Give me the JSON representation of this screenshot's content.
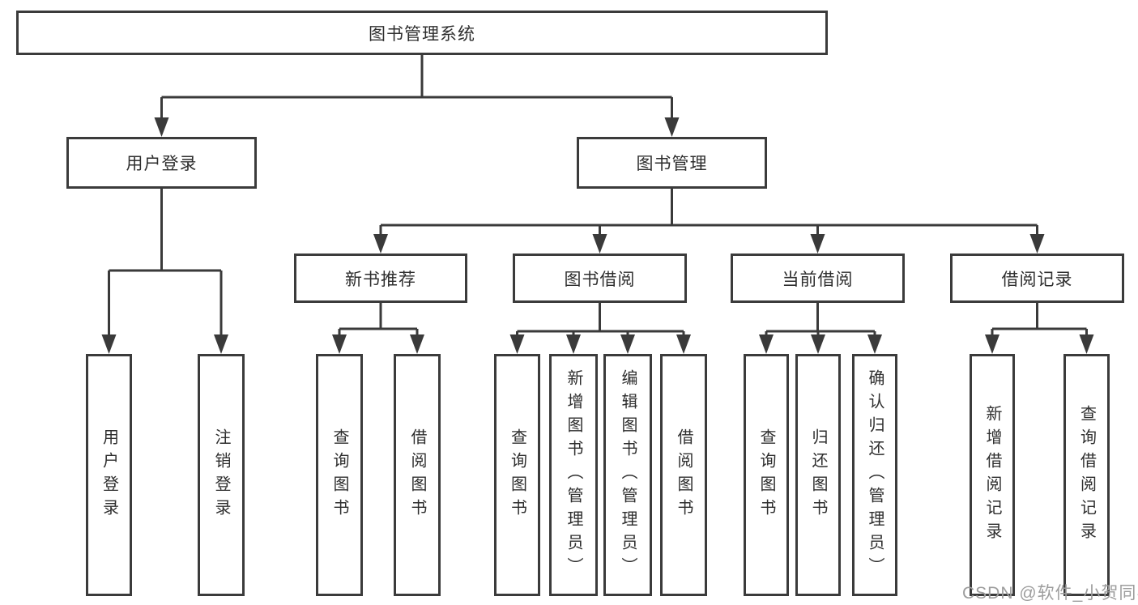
{
  "diagram": {
    "tree": {
      "root": {
        "label": "图书管理系统",
        "children": [
          {
            "label": "用户登录",
            "children": [
              {
                "label": "用户登录"
              },
              {
                "label": "注销登录"
              }
            ]
          },
          {
            "label": "图书管理",
            "children": [
              {
                "label": "新书推荐",
                "children": [
                  {
                    "label": "查询图书"
                  },
                  {
                    "label": "借阅图书"
                  }
                ]
              },
              {
                "label": "图书借阅",
                "children": [
                  {
                    "label": "查询图书"
                  },
                  {
                    "label": "新增图书（管理员）"
                  },
                  {
                    "label": "编辑图书（管理员）"
                  },
                  {
                    "label": "借阅图书"
                  }
                ]
              },
              {
                "label": "当前借阅",
                "children": [
                  {
                    "label": "查询图书"
                  },
                  {
                    "label": "归还图书"
                  },
                  {
                    "label": "确认归还（管理员）"
                  }
                ]
              },
              {
                "label": "借阅记录",
                "children": [
                  {
                    "label": "新增借阅记录"
                  },
                  {
                    "label": "查询借阅记录"
                  }
                ]
              }
            ]
          }
        ]
      }
    },
    "colors": {
      "line": "#3a3a3a",
      "box_border": "#3b3b3b",
      "box_fill": "#ffffff",
      "text": "#2e2e2e",
      "watermark": "#9d9d9d"
    }
  },
  "watermark": {
    "text": "CSDN @软件_小贺同学"
  }
}
